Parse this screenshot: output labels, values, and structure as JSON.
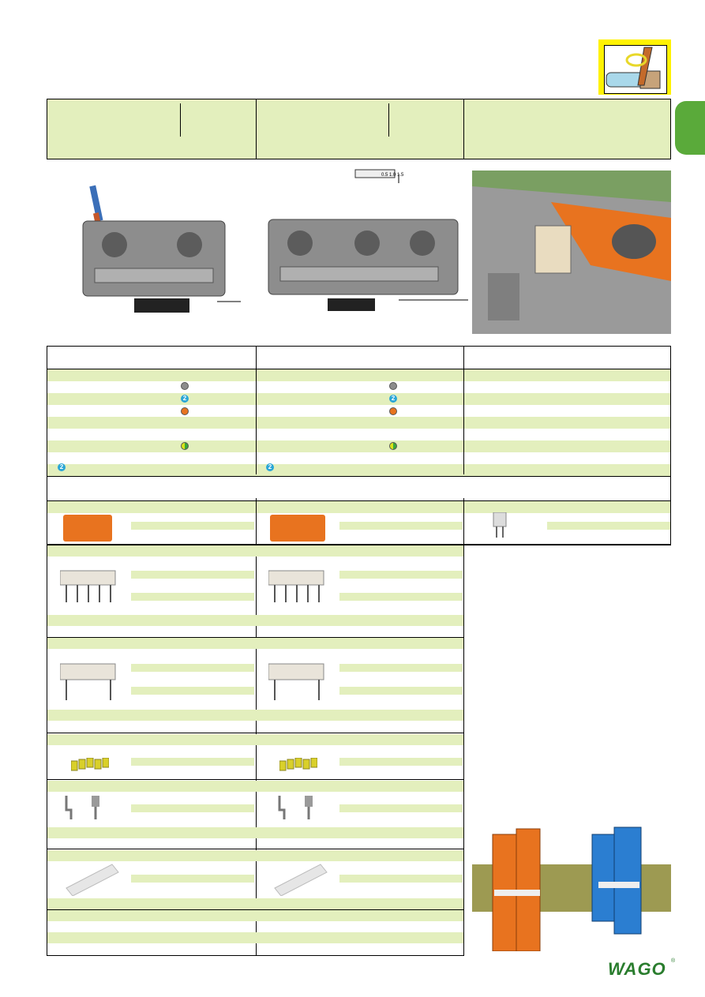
{
  "brand": {
    "logo_text": "WAGO",
    "registered": "®"
  },
  "colors": {
    "header_green": "#e3efbd",
    "tab_green": "#5aaa3a",
    "accent_yellow": "#fff200",
    "orange": "#e8731f",
    "blue": "#2aa6d6"
  },
  "icons": [
    "tool-icon",
    "grey-dot-icon",
    "blue-2-icon",
    "orange-dot-icon",
    "green-yellow-dot-icon"
  ],
  "badges": {
    "two": "2"
  },
  "ferrule_ticks": "0.5 1.0 1.5"
}
